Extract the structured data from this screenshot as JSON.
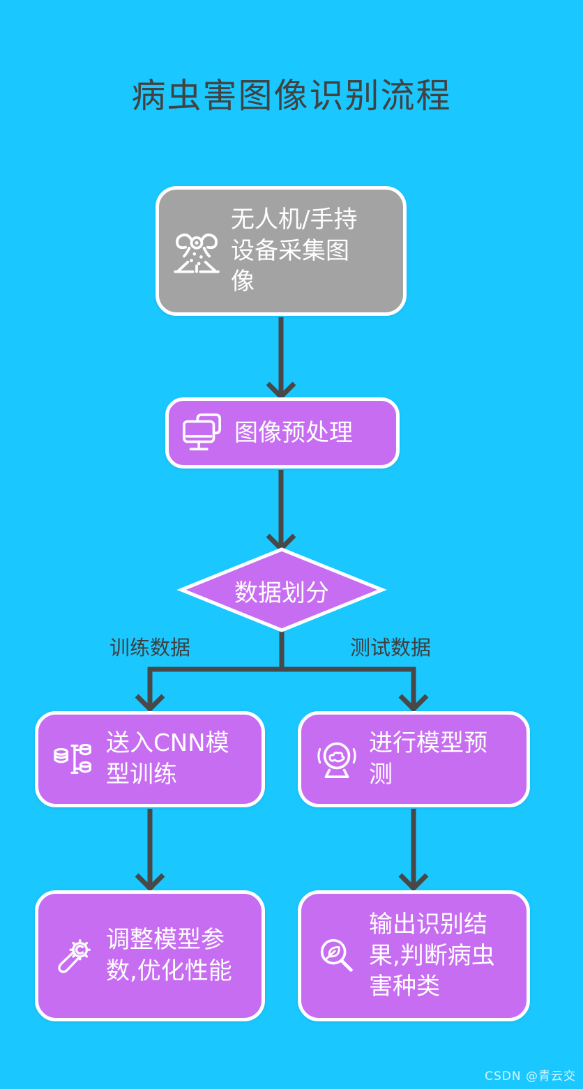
{
  "title": "病虫害图像识别流程",
  "colors": {
    "background": "#1ac8ff",
    "node_purple": "#c76df1",
    "node_gray": "#a3a3a3",
    "node_border": "#ffffff",
    "connector": "#484848",
    "dark_text": "#424242",
    "node_text": "#ffffff"
  },
  "nodes": [
    {
      "id": "capture",
      "label": "无人机/手持设备采集图像",
      "icon": "drone-icon",
      "shape": "rounded-rect",
      "fill": "gray"
    },
    {
      "id": "preprocess",
      "label": "图像预处理",
      "icon": "dual-monitor-icon",
      "shape": "rounded-rect",
      "fill": "purple"
    },
    {
      "id": "split",
      "label": "数据划分",
      "icon": "",
      "shape": "diamond",
      "fill": "purple"
    },
    {
      "id": "train",
      "label": "送入CNN模型训练",
      "icon": "database-icon",
      "shape": "rounded-rect",
      "fill": "purple"
    },
    {
      "id": "predict",
      "label": "进行模型预测",
      "icon": "crystal-ball-icon",
      "shape": "rounded-rect",
      "fill": "purple"
    },
    {
      "id": "tune",
      "label": "调整模型参数,优化性能",
      "icon": "wrench-gear-icon",
      "shape": "rounded-rect",
      "fill": "purple"
    },
    {
      "id": "output",
      "label": "输出识别结果,判断病虫害种类",
      "icon": "leaf-search-icon",
      "shape": "rounded-rect",
      "fill": "purple"
    }
  ],
  "edges": {
    "train_label": "训练数据",
    "test_label": "测试数据"
  },
  "watermark": "CSDN @青云交"
}
